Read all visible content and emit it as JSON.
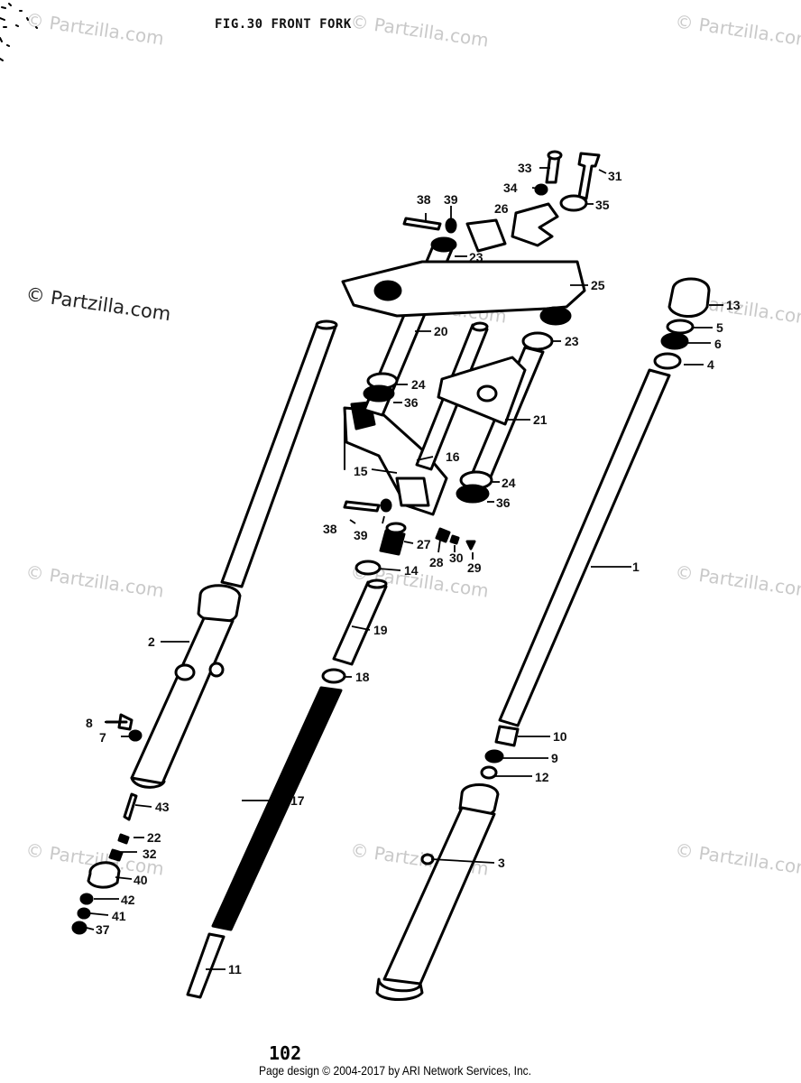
{
  "figure": {
    "title": "FIG.30  FRONT FORK",
    "page_number": "102"
  },
  "watermark": {
    "text": "© Partzilla.com"
  },
  "footer": {
    "text": "Page design © 2004-2017 by ARI Network Services, Inc."
  },
  "callouts": {
    "c1": "1",
    "c2": "2",
    "c3": "3",
    "c4": "4",
    "c5": "5",
    "c6": "6",
    "c7": "7",
    "c8": "8",
    "c9": "9",
    "c10": "10",
    "c11": "11",
    "c12": "12",
    "c13": "13",
    "c14": "14",
    "c15": "15",
    "c16": "16",
    "c17": "17",
    "c18": "18",
    "c19": "19",
    "c20": "20",
    "c21": "21",
    "c22": "22",
    "c23a": "23",
    "c23b": "23",
    "c24a": "24",
    "c24b": "24",
    "c25": "25",
    "c26": "26",
    "c27": "27",
    "c28": "28",
    "c29": "29",
    "c30": "30",
    "c31": "31",
    "c32": "32",
    "c33": "33",
    "c34": "34",
    "c35": "35",
    "c36a": "36",
    "c36b": "36",
    "c37": "37",
    "c38a": "38",
    "c38b": "38",
    "c39a": "39",
    "c39b": "39",
    "c40": "40",
    "c41": "41",
    "c42": "42",
    "c43": "43"
  }
}
